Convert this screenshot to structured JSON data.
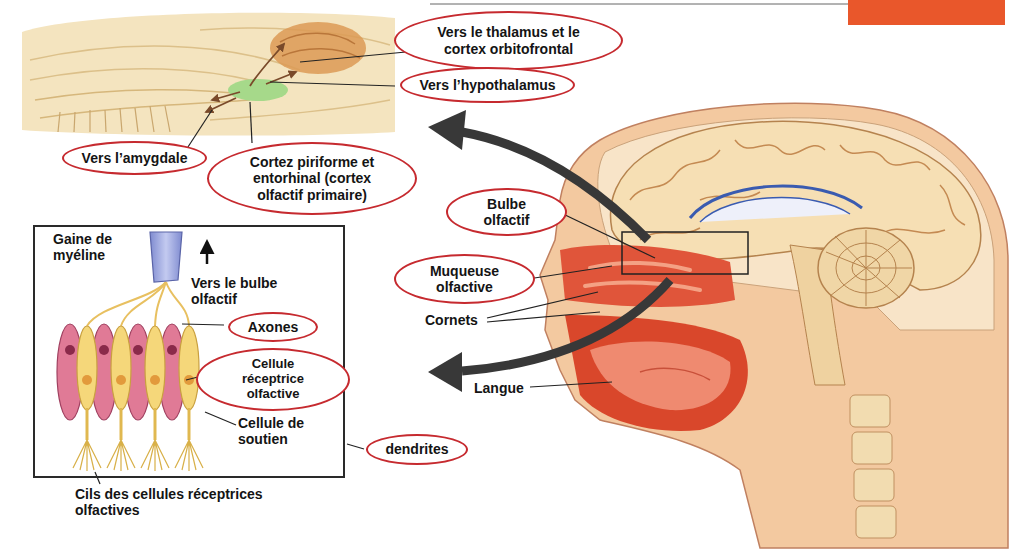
{
  "diagram": {
    "nodes": [
      {
        "text": [
          "Vers le thalamus et le cortex orbitofrontal"
        ]
      },
      {
        "text": [
          "Vers l’hypothalamus"
        ]
      },
      {
        "text": [
          "Vers l’amygdale"
        ]
      },
      {
        "text": [
          "Cortez piriforme et entorhinal (cortex olfactif primaire)"
        ]
      },
      {
        "text": [
          "Bulbe olfactif"
        ]
      },
      {
        "text": [
          "Muqueuse olfactive"
        ]
      },
      {
        "text": [
          "Gaine de myéline",
          "Vers le bulbe olfactif",
          "Cellule de soutien"
        ]
      },
      {
        "text": [
          "Axones"
        ],
        "in": 6
      },
      {
        "text": [
          "Cellule réceptrice olfactive"
        ],
        "in": 6
      },
      {
        "text": [
          "dendrites"
        ]
      }
    ],
    "labels": [
      "Cornets",
      "Langue",
      "Cils des cellules réceptrices olfactives"
    ]
  }
}
